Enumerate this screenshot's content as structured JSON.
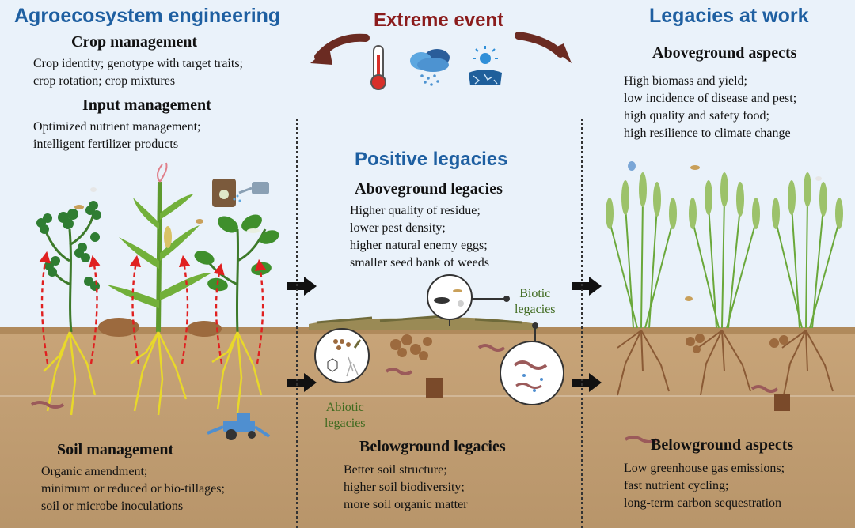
{
  "left": {
    "title": "Agroecosystem engineering",
    "crop_heading": "Crop management",
    "crop_lines": [
      "Crop identity; genotype with target traits;",
      "crop rotation;  crop mixtures"
    ],
    "input_heading": "Input management",
    "input_lines": [
      "Optimized nutrient management;",
      "intelligent fertilizer products"
    ],
    "soil_heading": "Soil management",
    "soil_lines": [
      "Organic amendment;",
      "minimum or reduced or bio-tillages;",
      "soil or microbe inoculations"
    ]
  },
  "center": {
    "event_title": "Extreme event",
    "event_icons": [
      "thermometer-icon",
      "storm-cloud-icon",
      "drought-icon"
    ],
    "title": "Positive legacies",
    "above_heading": "Aboveground legacies",
    "above_lines": [
      "Higher quality of residue;",
      "lower pest density;",
      "higher natural enemy eggs;",
      "smaller seed bank of weeds"
    ],
    "biotic_label": [
      "Biotic",
      "legacies"
    ],
    "abiotic_label": [
      "Abiotic",
      "legacies"
    ],
    "below_heading": "Belowground legacies",
    "below_lines": [
      "Better soil structure;",
      "higher soil biodiversity;",
      "more soil organic matter"
    ]
  },
  "right": {
    "title": "Legacies at work",
    "above_heading": "Aboveground aspects",
    "above_lines": [
      "High biomass and yield;",
      "low incidence of disease and pest;",
      "high quality and safety food;",
      "high resilience to climate change"
    ],
    "below_heading": "Belowground aspects",
    "below_lines": [
      "Low greenhouse gas emissions;",
      "fast nutrient cycling;",
      "long-term carbon sequestration"
    ]
  },
  "colors": {
    "title_blue": "#1e5fa1",
    "event_red": "#8b1c1c",
    "legacy_green": "#3f6a1f",
    "sky": "#eaf2fa",
    "soil": "#c19e73"
  }
}
